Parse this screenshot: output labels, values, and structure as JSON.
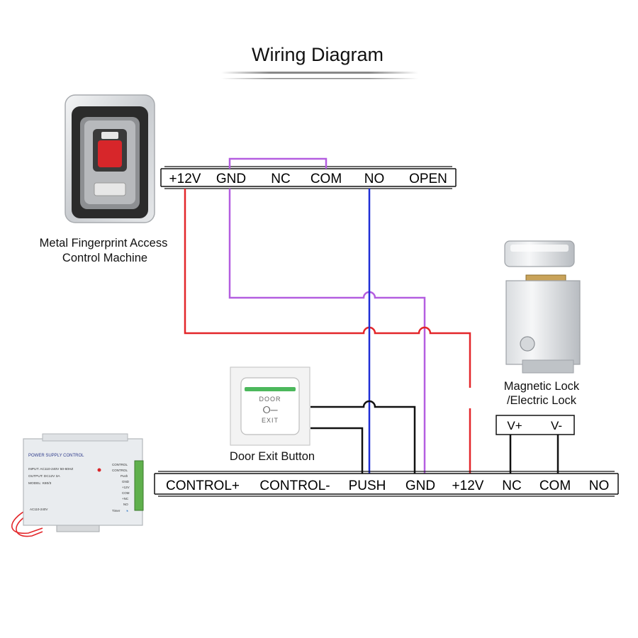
{
  "title": "Wiring Diagram",
  "fingerprint_reader": {
    "label_line1": "Metal Fingerprint Access",
    "label_line2": "Control Machine",
    "terminals": [
      "+12V",
      "GND",
      "NC",
      "COM",
      "NO",
      "OPEN"
    ]
  },
  "power_supply": {
    "terminals": [
      "CONTROL+",
      "CONTROL-",
      "PUSH",
      "GND",
      "+12V",
      "NC",
      "COM",
      "NO"
    ],
    "header_text": "POWER SUPPLY CONTROL",
    "spec_lines": [
      "INPUT: AC110-240V 50-60HZ",
      "OUTPUT: DC12V 3A",
      "MODEL: K80/3"
    ],
    "side_labels": [
      "CONTROL",
      "CONTROL",
      "Push",
      "GND",
      "+12V",
      "COM",
      "+NC",
      "NO"
    ],
    "bottom_text": "AC110-240V",
    "remote_text": "Timer"
  },
  "exit_button": {
    "label": "Door Exit Button",
    "face_line1": "DOOR",
    "face_line2": "EXIT"
  },
  "lock": {
    "label_line1": "Magnetic Lock",
    "label_line2": "/Electric Lock",
    "terminals": [
      "V+",
      "V-"
    ]
  },
  "colors": {
    "red_wire": "#e3262a",
    "purple_wire": "#b45ee0",
    "blue_wire": "#1f2fd6",
    "black_wire": "#111111",
    "pcb_green": "#5fb04c"
  }
}
